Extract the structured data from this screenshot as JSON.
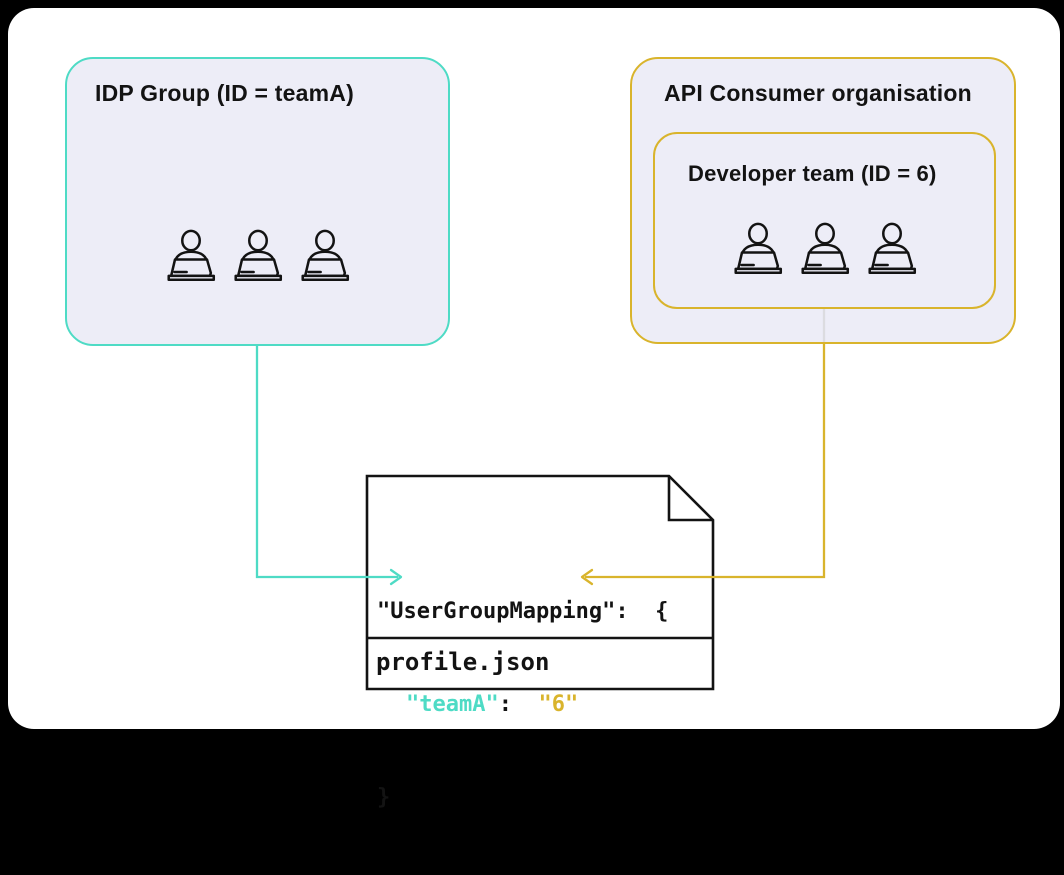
{
  "colors": {
    "teal": "#4edbc5",
    "gold": "#d9b42c",
    "box_fill": "#ededf7",
    "ink": "#131313",
    "muted_line": "#dcdce0",
    "card_bg": "#ffffff",
    "frame_bg": "#000000"
  },
  "idp_group": {
    "title": "IDP Group (ID = teamA)",
    "member_count": 3
  },
  "api_org": {
    "title": "API Consumer organisation",
    "team": {
      "title": "Developer team (ID = 6)",
      "member_count": 3
    }
  },
  "file": {
    "filename": "profile.json",
    "code": {
      "line1": "\"UserGroupMapping\":  {",
      "key": "\"teamA\"",
      "colon_sep": ":  ",
      "value": "\"6\"",
      "close": "}"
    }
  },
  "icons": {
    "member": "person-at-laptop",
    "idp_connector_arrow": "arrow-right",
    "team_connector_arrow": "arrow-left"
  }
}
